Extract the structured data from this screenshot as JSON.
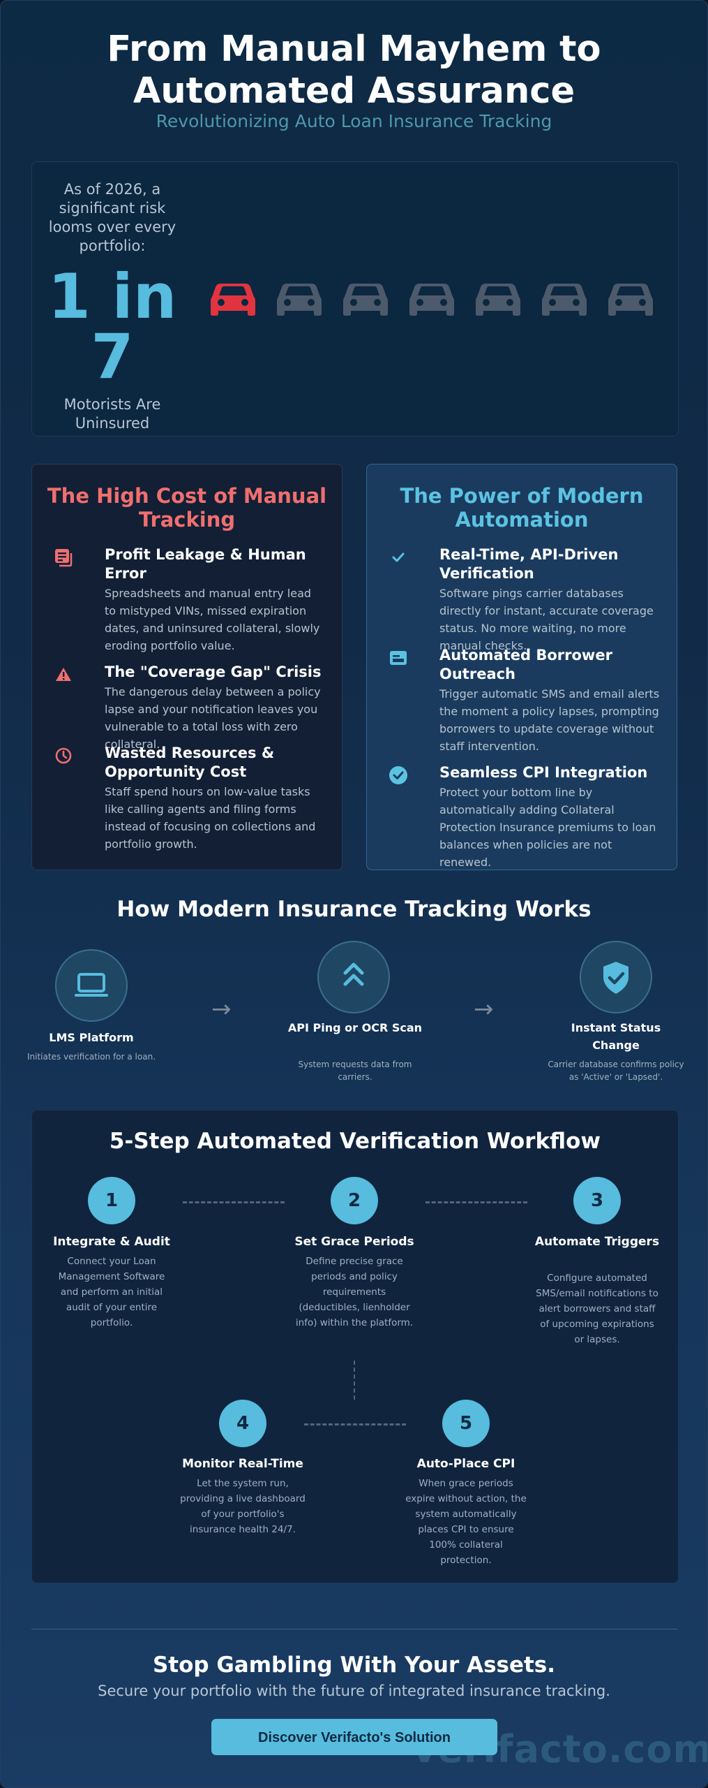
{
  "header": {
    "title_line1": "From Manual Mayhem to",
    "title_line2": "Automated Assurance",
    "subtitle": "Revolutionizing Auto Loan Insurance Tracking"
  },
  "hero": {
    "caption": "As of 2026, a significant risk looms over every portfolio:",
    "stat_line1": "1 in",
    "stat_line2": "7",
    "footer": "Motorists Are Uninsured",
    "uninsured_fraction": "1/7",
    "car_icons": [
      "car-icon-uninsured",
      "car-icon",
      "car-icon",
      "car-icon",
      "car-icon",
      "car-icon",
      "car-icon"
    ],
    "colors": {
      "uninsured": "#e0343f",
      "insured": "#4d5a6b"
    }
  },
  "manual": {
    "title": "The High Cost of Manual Tracking",
    "accent": "#ef6f6f",
    "items": [
      {
        "icon": "document-icon",
        "heading": "Profit Leakage & Human Error",
        "desc": "Spreadsheets and manual entry lead to mistyped VINs, missed expiration dates, and uninsured collateral, slowly eroding portfolio value."
      },
      {
        "icon": "warning-icon",
        "heading": "The \"Coverage Gap\" Crisis",
        "desc": "The dangerous delay between a policy lapse and your notification leaves you vulnerable to a total loss with zero collateral."
      },
      {
        "icon": "clock-icon",
        "heading": "Wasted Resources & Opportunity Cost",
        "desc": "Staff spend hours on low-value tasks like calling agents and filing forms instead of focusing on collections and portfolio growth."
      }
    ]
  },
  "automation": {
    "title": "The Power of Modern Automation",
    "accent": "#5cc2e2",
    "items": [
      {
        "icon": "check-icon",
        "heading": "Real-Time, API-Driven Verification",
        "desc": "Software pings carrier databases directly for instant, accurate coverage status. No more waiting, no more manual checks."
      },
      {
        "icon": "message-icon",
        "heading": "Automated Borrower Outreach",
        "desc": "Trigger automatic SMS and email alerts the moment a policy lapses, prompting borrowers to update coverage without staff intervention."
      },
      {
        "icon": "check-circle-icon",
        "heading": "Seamless CPI Integration",
        "desc": "Protect your bottom line by automatically adding Collateral Protection Insurance premiums to loan balances when policies are not renewed."
      }
    ]
  },
  "how": {
    "title": "How Modern Insurance Tracking Works",
    "steps": [
      {
        "icon": "laptop-icon",
        "label": "LMS Platform",
        "desc": "Initiates verification for a loan."
      },
      {
        "icon": "chevrons-up-icon",
        "label": "API Ping or OCR Scan",
        "desc": "System requests data from carriers."
      },
      {
        "icon": "shield-check-icon",
        "label": "Instant Status Change",
        "desc": "Carrier database confirms policy as 'Active' or 'Lapsed'."
      }
    ]
  },
  "workflow": {
    "title": "5-Step Automated Verification Workflow",
    "steps": [
      {
        "number": "1",
        "title": "Integrate & Audit",
        "desc": "Connect your Loan Management Software and perform an initial audit of your entire portfolio."
      },
      {
        "number": "2",
        "title": "Set Grace Periods",
        "desc": "Define precise grace periods and policy requirements (deductibles, lienholder info) within the platform."
      },
      {
        "number": "3",
        "title": "Automate Triggers",
        "desc": "Configure automated SMS/email notifications to alert borrowers and staff of upcoming expirations or lapses."
      },
      {
        "number": "4",
        "title": "Monitor Real-Time",
        "desc": "Let the system run, providing a live dashboard of your portfolio's insurance health 24/7."
      },
      {
        "number": "5",
        "title": "Auto-Place CPI",
        "desc": "When grace periods expire without action, the system automatically places CPI to ensure 100% collateral protection."
      }
    ]
  },
  "cta": {
    "heading": "Stop Gambling With Your Assets.",
    "subtext": "Secure your portfolio with the future of integrated insurance tracking.",
    "button": "Discover Verifacto's Solution",
    "watermark": "verifacto.com"
  }
}
